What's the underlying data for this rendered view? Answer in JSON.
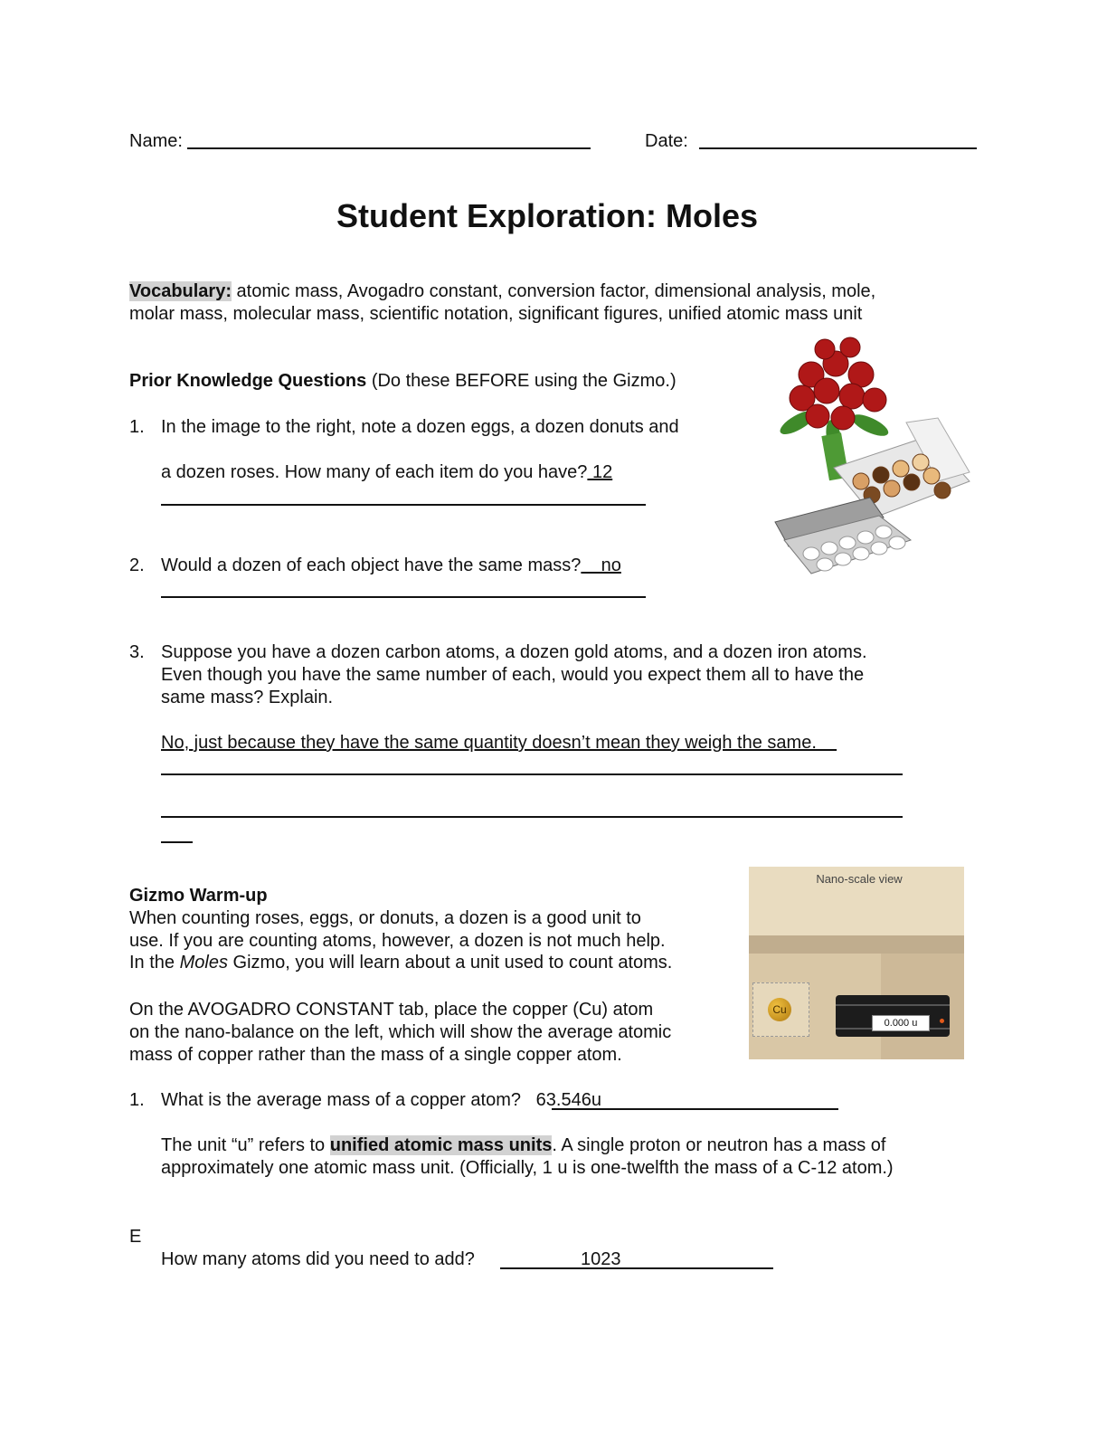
{
  "header": {
    "name_label": "Name:",
    "date_label": "Date:"
  },
  "title": "Student Exploration: Moles",
  "vocabulary": {
    "label": "Vocabulary:",
    "line1": " atomic mass, Avogadro constant, conversion factor, dimensional analysis, mole,",
    "line2": "molar mass, molecular mass, scientific notation, significant figures, unified atomic mass unit"
  },
  "prior": {
    "heading": "Prior Knowledge Questions",
    "heading_note": " (Do these BEFORE using the Gizmo.)",
    "q1": {
      "num": "1.",
      "line1": "In the image to the right, note a dozen eggs, a dozen donuts and",
      "line2": "a dozen roses. How many of each item do you have?",
      "answer": " 12"
    },
    "q2": {
      "num": "2.",
      "text": "Would a dozen of each object have the same mass?",
      "answer": "    no"
    },
    "q3": {
      "num": "3.",
      "line1": "Suppose you have a dozen carbon atoms, a dozen gold atoms, and a dozen iron atoms.",
      "line2": "Even though you have the same number of each, would you expect them all to have the",
      "line3": "same mass? Explain.",
      "answer": "No, just because they have the same quantity doesn’t mean they weigh the same.    "
    }
  },
  "warmup": {
    "heading": "Gizmo Warm-up",
    "p1_line1": "When counting roses, eggs, or donuts, a dozen is a good unit to",
    "p1_line2": "use. If you are counting atoms, however, a dozen is not much help.",
    "p1_line3_a": "In the ",
    "p1_line3_em": "Moles",
    "p1_line3_b": " Gizmo, you will learn about a unit used to count atoms.",
    "p2_line1": "On the AVOGADRO CONSTANT tab, place the copper (Cu) atom",
    "p2_line2": "on the nano-balance on the left, which will show the average atomic",
    "p2_line3": "mass of copper rather than the mass of a single copper atom.",
    "q1": {
      "num": "1.",
      "text": "What is the average mass of a copper atom?",
      "answer": "   63.546u"
    },
    "unit_a": "The unit “u” refers to ",
    "unit_bold": "unified atomic mass units",
    "unit_b": ". A single proton or neutron has a mass of",
    "unit_line2": "approximately one atomic mass unit. (Officially, 1 u is one-twelfth the mass of a C-12 atom.)",
    "e_label": "E",
    "q2_text": "How many atoms did you need to add?",
    "q2_answer": "1023"
  },
  "gizmo": {
    "view_label": "Nano-scale view",
    "atom_symbol": "Cu",
    "balance_readout": "0.000 u"
  }
}
